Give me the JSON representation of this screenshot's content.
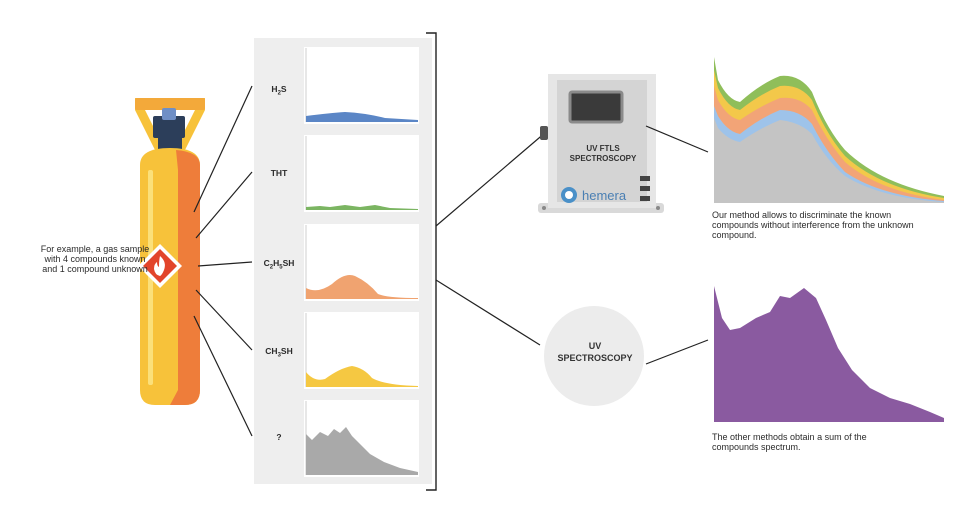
{
  "intro_text": "For example, a gas sample with 4 compounds known and 1 compound unknown",
  "compounds": [
    {
      "pre": "H",
      "sub": "2",
      "post": "S",
      "color": "#5b86c6"
    },
    {
      "pre": "THT",
      "sub": "",
      "post": "",
      "color": "#7bb562"
    },
    {
      "pre": "C",
      "sub": "2",
      "post": "H",
      "sub2": "5",
      "post2": "SH",
      "color": "#f0a370"
    },
    {
      "pre": "CH",
      "sub": "3",
      "post": "SH",
      "color": "#f5c842"
    },
    {
      "pre": "?",
      "sub": "",
      "post": "",
      "color": "#a9a9a9"
    }
  ],
  "device": {
    "title_line1": "UV FTLS",
    "title_line2": "SPECTROSCOPY",
    "brand": "hemera"
  },
  "uv": {
    "line1": "UV",
    "line2": "SPECTROSCOPY"
  },
  "caption_ftls": "Our method allows to discriminate the known compounds without interference from the unknown compound.",
  "caption_uv": "The other methods obtain a sum of the compounds spectrum.",
  "colors": {
    "cylinder_body": "#f7c23a",
    "cylinder_shade": "#ee7d3a",
    "hazard_red": "#e2452b",
    "purple": "#8a5aa0",
    "panel_bg": "#eeeeee"
  }
}
